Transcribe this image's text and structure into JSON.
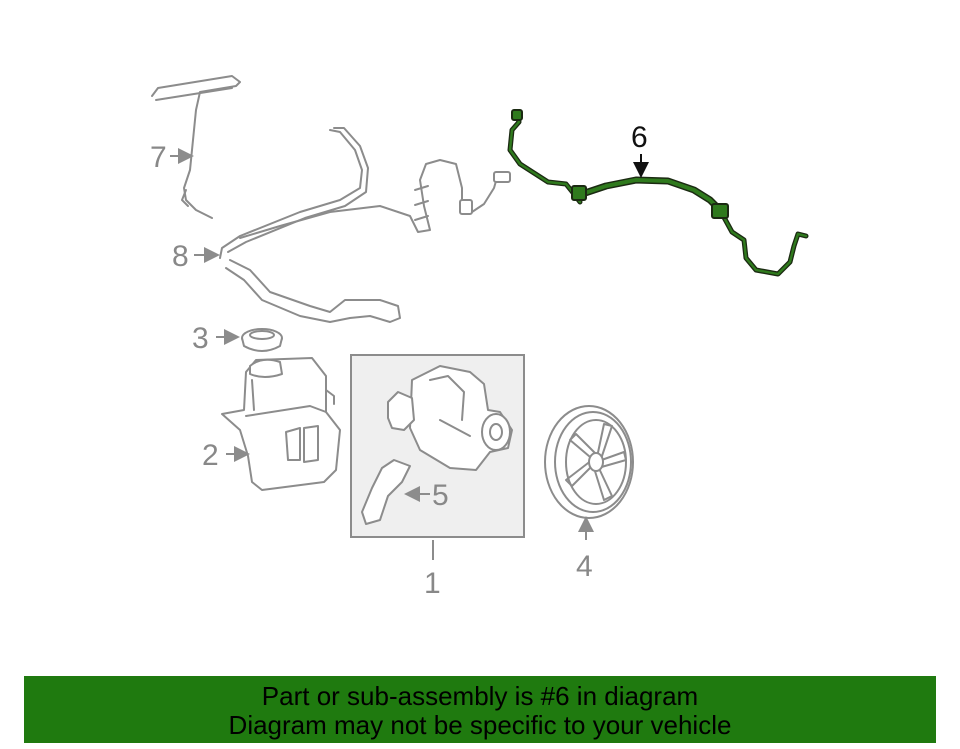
{
  "callouts": {
    "c1": "1",
    "c2": "2",
    "c3": "3",
    "c4": "4",
    "c5": "5",
    "c6": "6",
    "c7": "7",
    "c8": "8"
  },
  "highlight": {
    "part": "6",
    "color": "#2f7a1d"
  },
  "banner": {
    "line1": "Part or sub-assembly is #6 in diagram",
    "line2": "Diagram may not be specific to your vehicle",
    "color": "#1f7a0f"
  }
}
